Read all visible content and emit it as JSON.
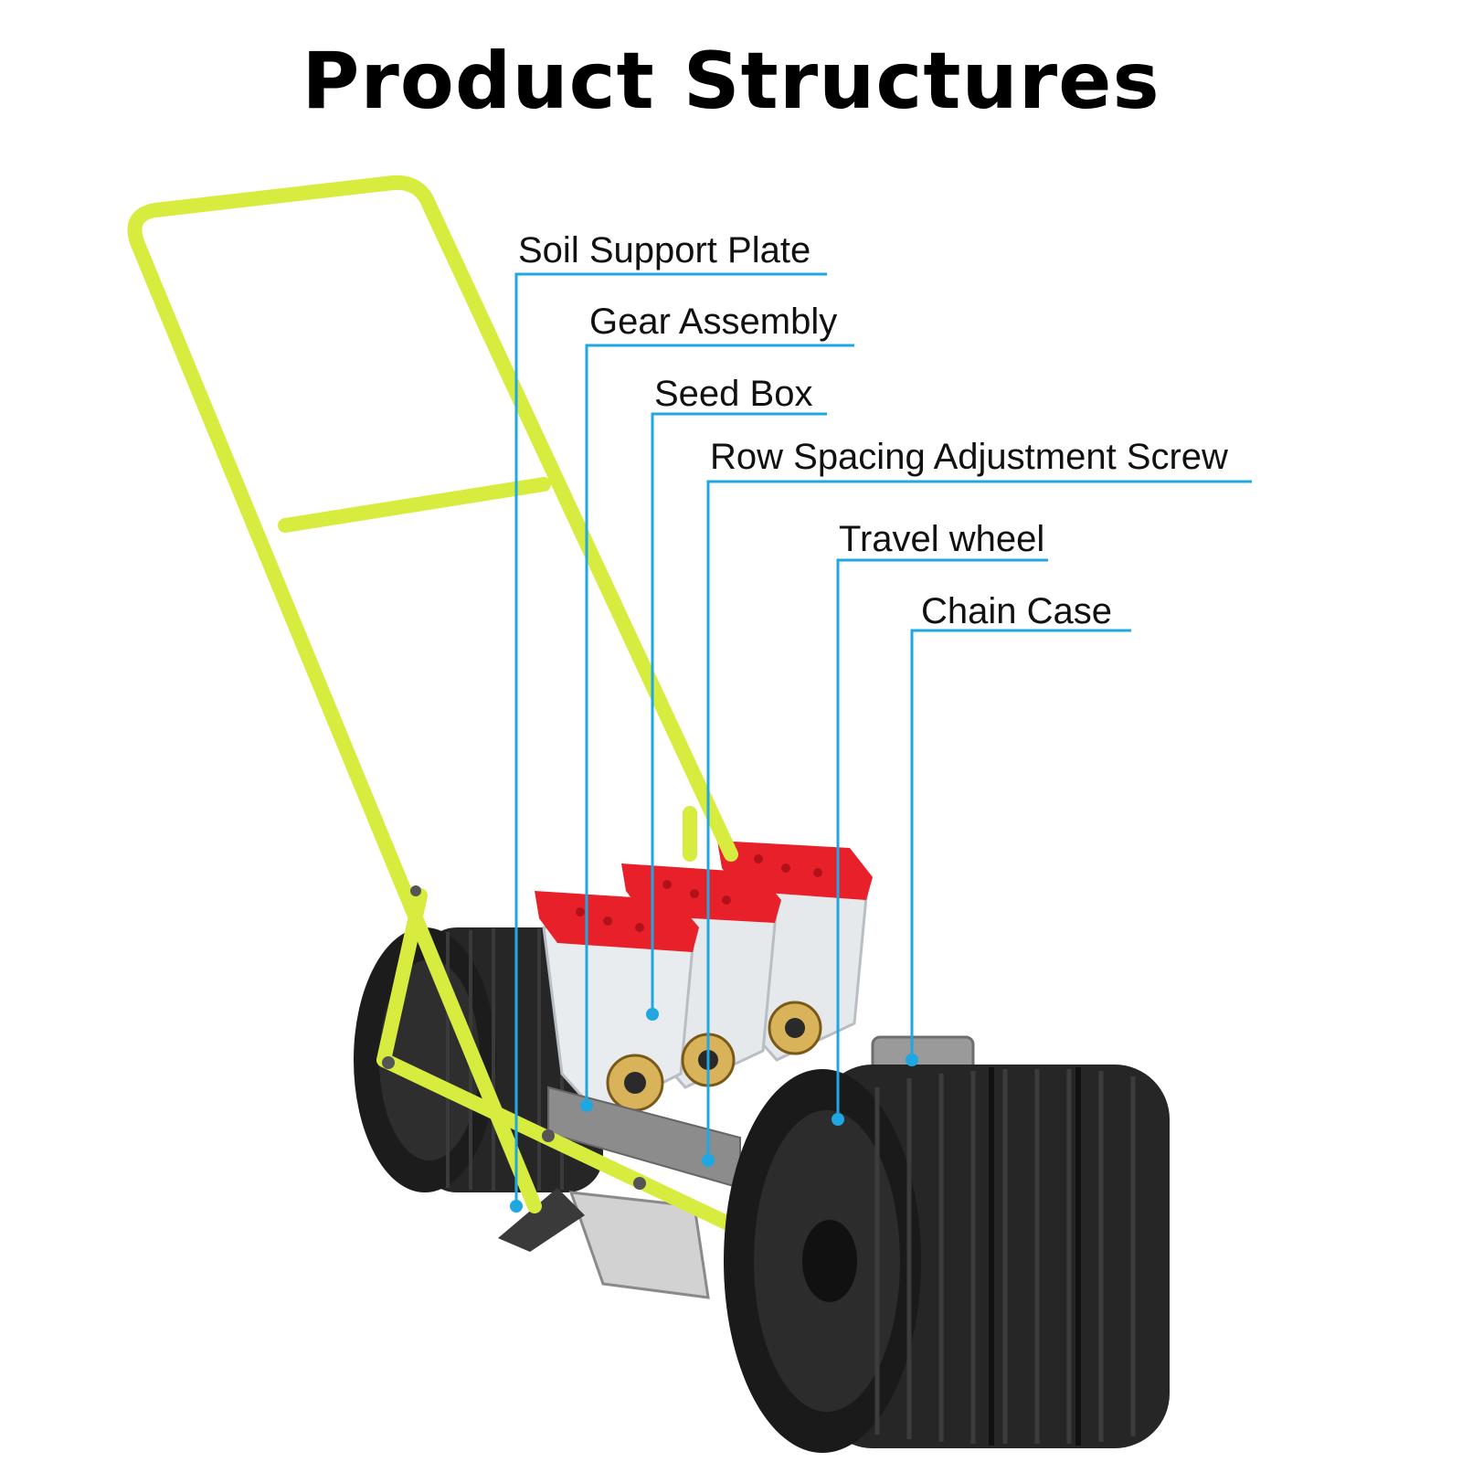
{
  "title": "Product Structures",
  "colors": {
    "frame": "#d7ec3f",
    "frame_dark": "#a9be25",
    "callout": "#1ea7e1",
    "wheel": "#1c1c1c",
    "hopper_lid": "#e8202a",
    "metal": "#c8c8c8",
    "text": "#111111"
  },
  "callouts": [
    {
      "id": "soil-support-plate",
      "label": "Soil Support Plate"
    },
    {
      "id": "gear-assembly",
      "label": "Gear Assembly"
    },
    {
      "id": "seed-box",
      "label": "Seed Box"
    },
    {
      "id": "row-spacing-adjustment-screw",
      "label": "Row Spacing Adjustment Screw"
    },
    {
      "id": "travel-wheel",
      "label": "Travel wheel"
    },
    {
      "id": "chain-case",
      "label": "Chain Case"
    }
  ]
}
